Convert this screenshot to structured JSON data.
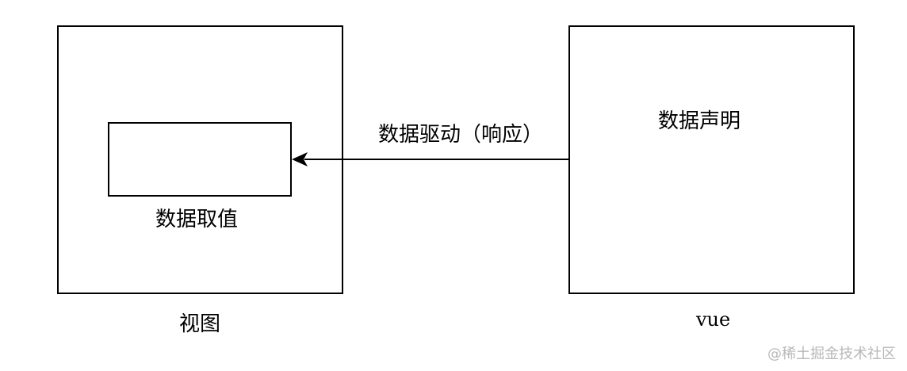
{
  "diagram": {
    "nodes": {
      "view": {
        "caption": "视图"
      },
      "data_value": {
        "label": "数据取值"
      },
      "vue": {
        "caption": "vue",
        "label": "数据声明"
      }
    },
    "edges": [
      {
        "from": "vue",
        "to": "data_value",
        "label": "数据驱动（响应）",
        "arrow": "end"
      }
    ],
    "stroke_color": "#000000",
    "background_color": "#ffffff"
  },
  "watermark": {
    "text": "@稀土掘金技术社区",
    "color": "#b8b8b8"
  }
}
